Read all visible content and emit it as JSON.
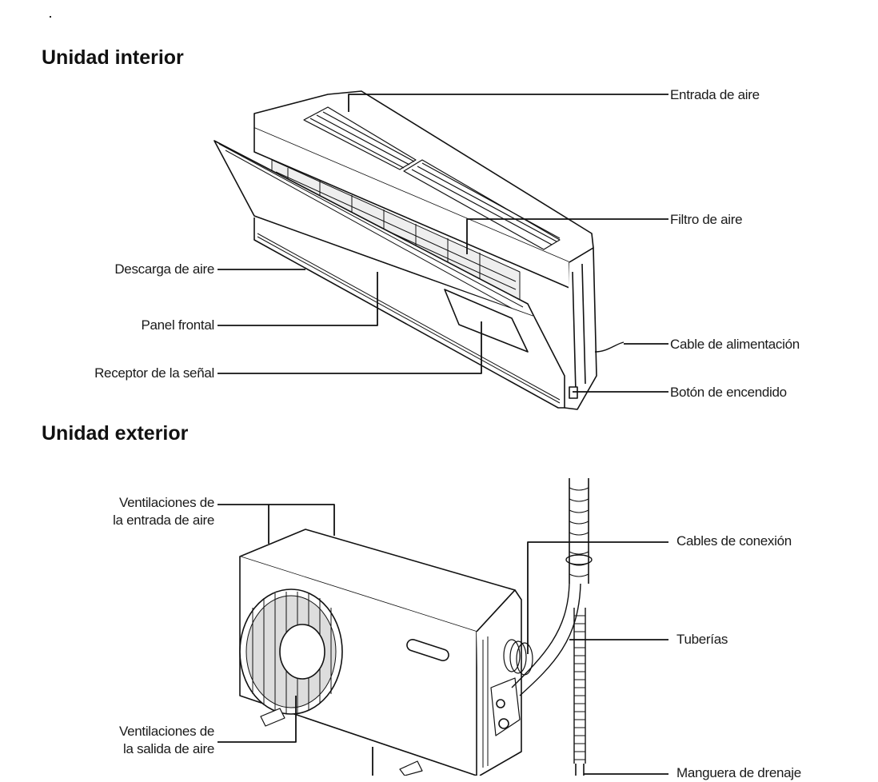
{
  "sections": {
    "indoor": {
      "title": "Unidad interior",
      "labels": {
        "air_inlet": "Entrada de aire",
        "air_filter": "Filtro de aire",
        "power_cable": "Cable de alimentación",
        "power_button": "Botón de encendido",
        "air_outlet": "Descarga de aire",
        "front_panel": "Panel frontal",
        "signal_receiver": "Receptor de la señal"
      }
    },
    "outdoor": {
      "title": "Unidad exterior",
      "labels": {
        "inlet_vents_line1": "Ventilaciones de",
        "inlet_vents_line2": "la entrada de aire",
        "outlet_vents_line1": "Ventilaciones de",
        "outlet_vents_line2": "la salida de aire",
        "connection_cables": "Cables de conexión",
        "piping": "Tuberías",
        "drain_hose": "Manguera de drenaje"
      }
    }
  },
  "colors": {
    "line": "#111111",
    "text": "#1a1a1a"
  }
}
